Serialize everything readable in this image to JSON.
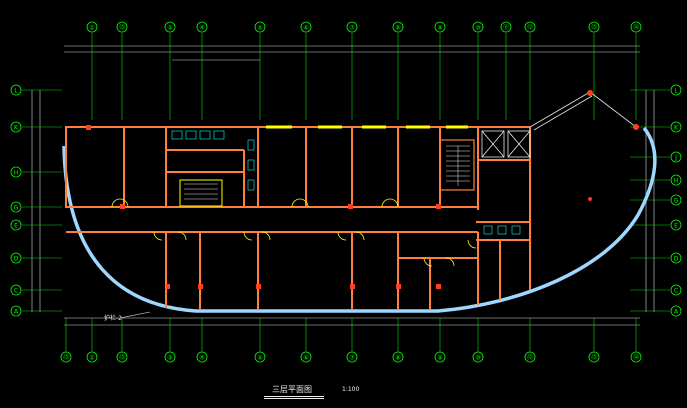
{
  "drawing": {
    "title": "三层平面图",
    "scale": "1:100",
    "top_axes": [
      "①",
      "⑬",
      "③",
      "④",
      "⑤",
      "⑥",
      "⑦",
      "⑧",
      "⑨",
      "⑩",
      "⑪",
      "⑫",
      "⑬",
      "⑭"
    ],
    "bottom_axes": [
      "⑬",
      "①",
      "⑬",
      "③",
      "④",
      "⑤",
      "⑥",
      "⑦",
      "⑧",
      "⑨",
      "⑩",
      "⑫",
      "⑬",
      "⑭"
    ],
    "left_axes": [
      "L",
      "K",
      "H",
      "G",
      "E",
      "D",
      "C",
      "A"
    ],
    "right_axes": [
      "L",
      "K",
      "J",
      "H",
      "G",
      "E",
      "D",
      "C",
      "A"
    ],
    "curtain_label": "护栏-2"
  },
  "colors": {
    "background": "#000000",
    "wall": "#ff7f3f",
    "axis": "#00ff00",
    "curtain": "#9fd8ff",
    "window": "#ffff00",
    "dimension": "#e8e8e8",
    "fixture": "#00ffff"
  }
}
